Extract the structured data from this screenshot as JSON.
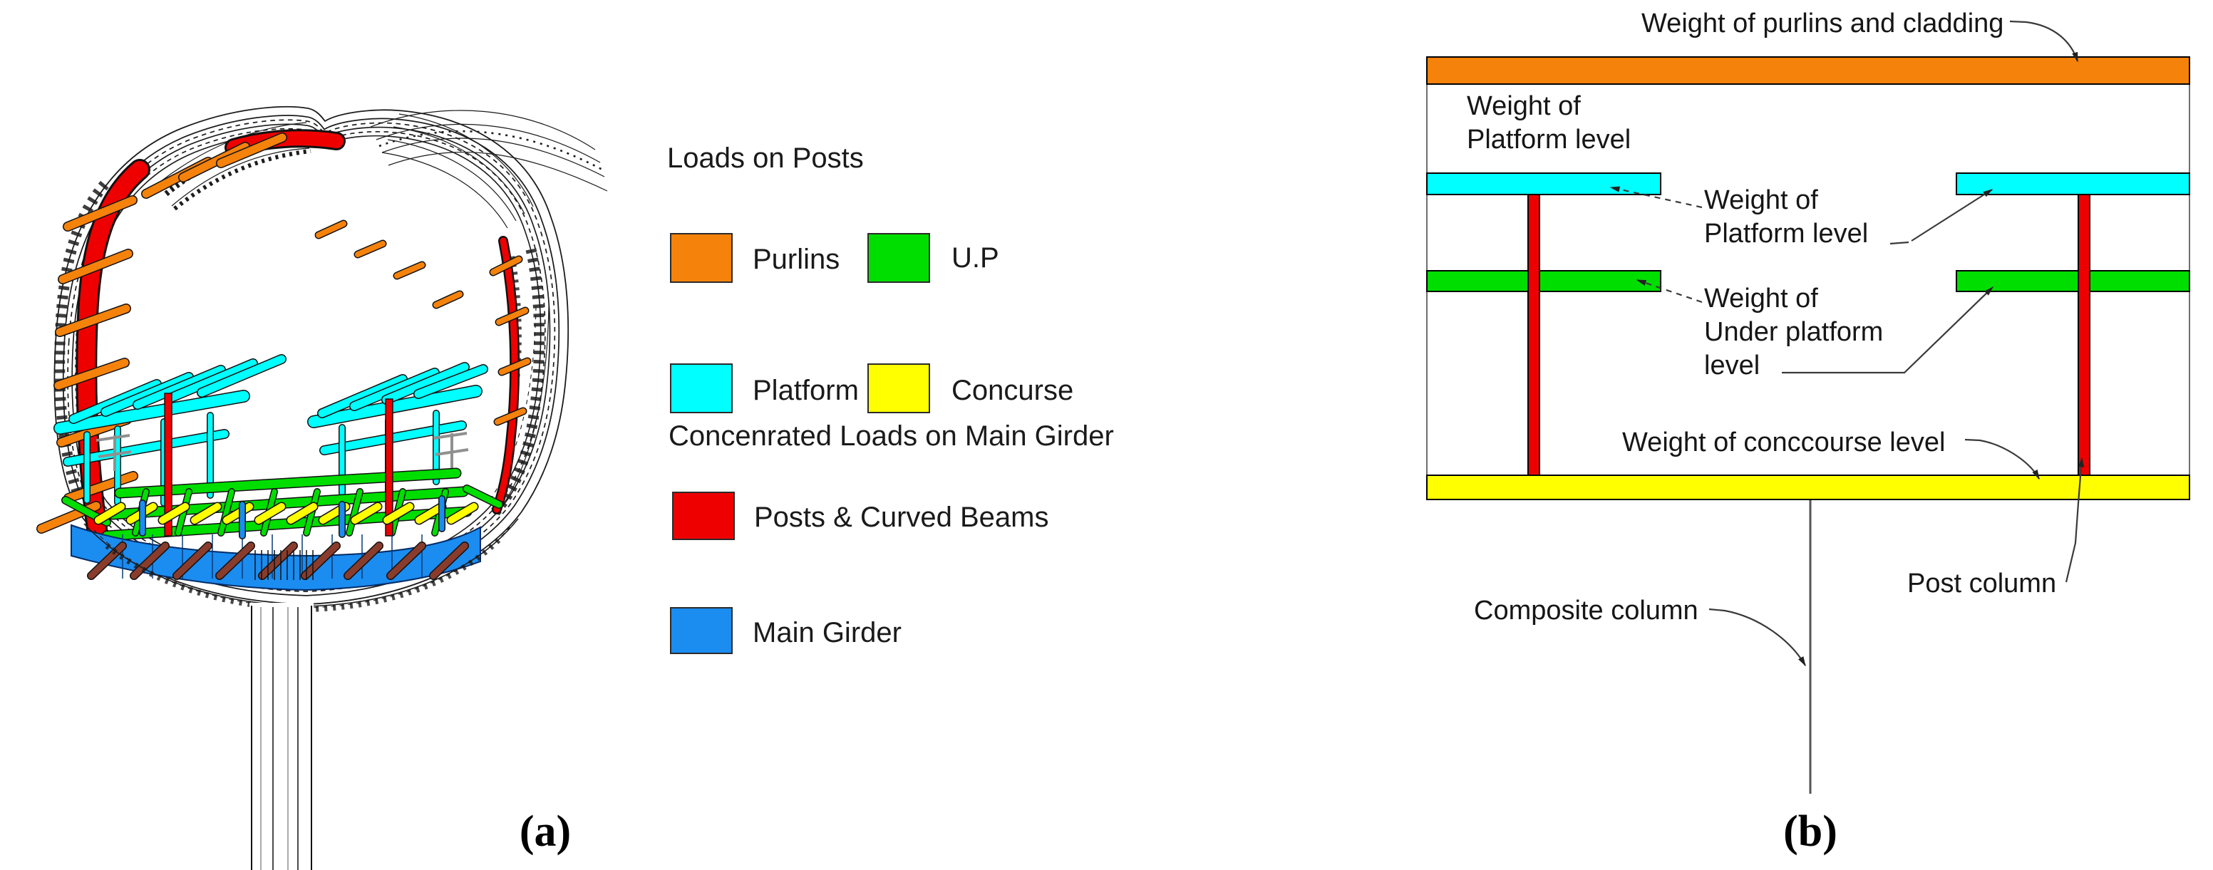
{
  "colors": {
    "orange": "#F5820B",
    "green": "#00DE00",
    "cyan": "#00FFFF",
    "yellow": "#FFFF00",
    "red": "#EE0000",
    "blue": "#1B8CF0",
    "brown": "#8A3C2C",
    "boxline": "#6F6F6F",
    "leader": "#3A3A3A",
    "text": "#161616"
  },
  "panel_a": {
    "caption": "(a)"
  },
  "legend": {
    "sections": [
      {
        "title": "Loads on Posts",
        "items": [
          {
            "label": "Purlins",
            "color": "orange"
          },
          {
            "label": "U.P",
            "color": "green"
          },
          {
            "label": "Platform",
            "color": "cyan"
          },
          {
            "label": "Concurse",
            "color": "yellow"
          }
        ]
      },
      {
        "title": "Concenrated Loads on Main Girder",
        "items": [
          {
            "label": "Posts & Curved Beams",
            "color": "red"
          },
          {
            "label": "Main Girder",
            "color": "blue"
          }
        ]
      }
    ]
  },
  "panel_b": {
    "caption": "(b)",
    "labels": {
      "purlins_cladding": "Weight of purlins and cladding",
      "platform_top_line1": "Weight of",
      "platform_top_line2": "Platform level",
      "platform_mid_line1": "Weight of",
      "platform_mid_line2": "Platform level",
      "under_platform_line1": "Weight of",
      "under_platform_line2": "Under platform",
      "under_platform_line3": "level",
      "concourse": "Weight of conccourse level",
      "post_column": "Post column",
      "composite_column": "Composite column"
    }
  }
}
